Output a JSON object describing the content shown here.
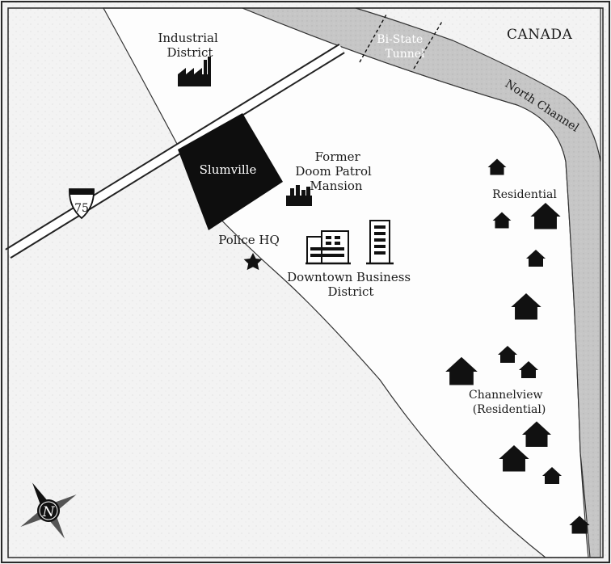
{
  "labels": {
    "industrial_line1": "Industrial",
    "industrial_line2": "District",
    "canada": "CANADA",
    "tunnel_line1": "Bi-State",
    "tunnel_line2": "Tunnel",
    "north_channel": "North Channel",
    "slumville": "Slumville",
    "mansion_line1": "Former",
    "mansion_line2": "Doom Patrol",
    "mansion_line3": "Mansion",
    "residential": "Residential",
    "police_hq": "Police HQ",
    "downtown_line1": "Downtown Business",
    "downtown_line2": "District",
    "channelview_line1": "Channelview",
    "channelview_line2": "(Residential)",
    "highway_shield": "75",
    "compass_letter": "N"
  },
  "colors": {
    "land": "#fbfbfb",
    "paper": "#f3f3f3",
    "water": "#c9c9c9",
    "ink": "#111111",
    "frame": "#2a2a2a"
  },
  "icons": {
    "factory": "factory-icon",
    "mansion": "mansion-icon",
    "office": "office-building-icon",
    "tower": "tower-building-icon",
    "police": "star-icon",
    "house": "house-icon",
    "compass": "compass-rose-icon",
    "highway": "interstate-shield-icon"
  }
}
